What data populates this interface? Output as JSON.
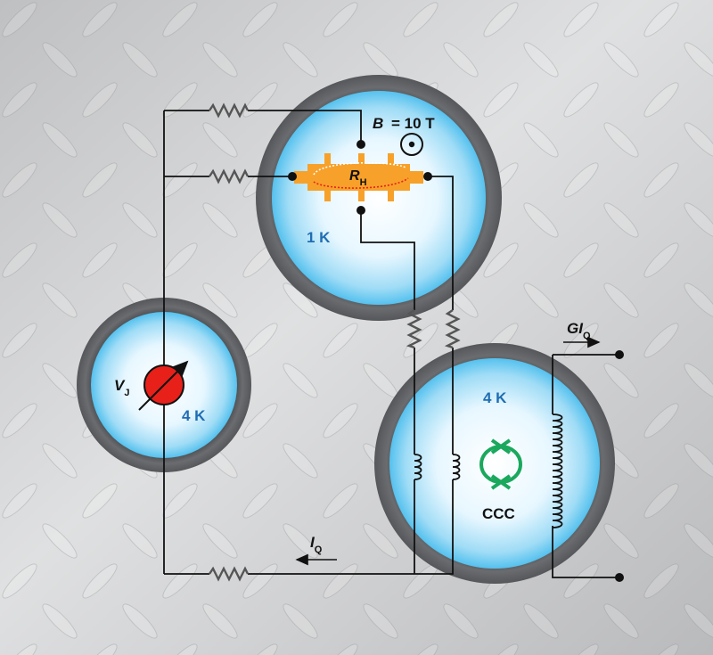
{
  "field_label": "B = 10 T",
  "field_symbol": "B",
  "field_value": "= 10 T",
  "hall_resistor": {
    "symbol": "R",
    "subscript": "H"
  },
  "josephson_voltage": {
    "symbol": "V",
    "subscript": "J"
  },
  "current_left": {
    "symbol": "I",
    "subscript": "Q"
  },
  "current_right": {
    "prefix": "GI",
    "subscript": "Q"
  },
  "temp_main": "1 K",
  "temp_left": "4 K",
  "temp_right": "4 K",
  "ccc_label": "CCC",
  "colors": {
    "background": "#c9cacc",
    "cryostat_ring": "#5c5e61",
    "cryostat_inner": "#d7f1ff",
    "cryostat_glow": "#6ecff5",
    "hall_bar": "#f7a12a",
    "wire": "#111111",
    "squid": "#1aa85d",
    "josephson": "#e8201a",
    "temp_text": "#1f6db3"
  },
  "icons": [
    "magnetic-field-out-of-page-icon",
    "josephson-source-icon",
    "squid-icon",
    "coil-icon",
    "resistor-icon"
  ]
}
